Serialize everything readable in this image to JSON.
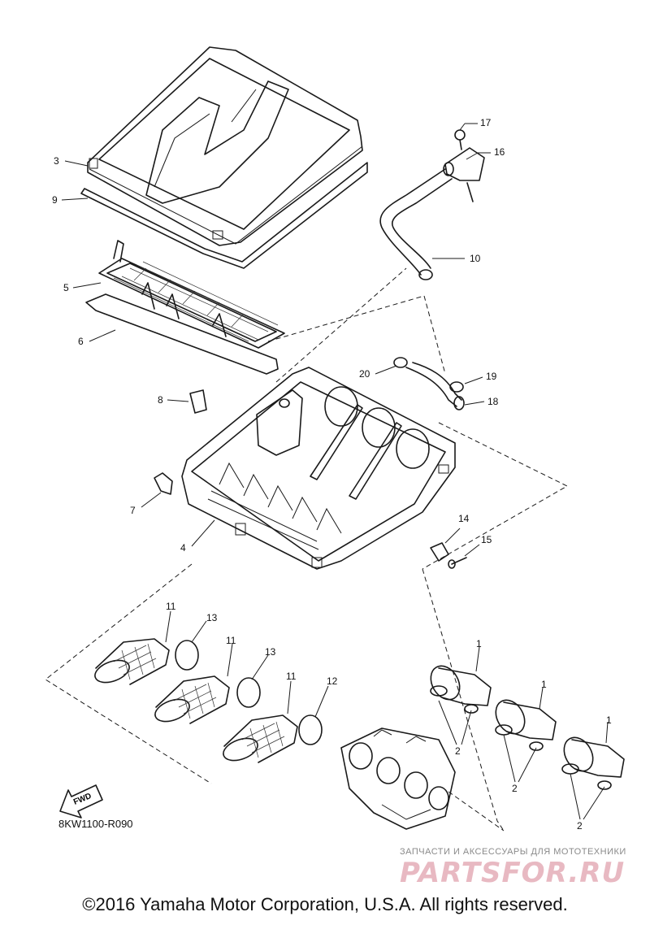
{
  "callouts": [
    "17",
    "16",
    "3",
    "9",
    "10",
    "5",
    "6",
    "20",
    "19",
    "18",
    "8",
    "7",
    "4",
    "14",
    "15",
    "11",
    "13",
    "11",
    "13",
    "11",
    "12",
    "1",
    "1",
    "1",
    "2",
    "2",
    "2"
  ],
  "fwd_label": "FWD",
  "ref_code": "8KW1100-R090",
  "watermark": {
    "tagline": "ЗАПЧАСТИ И АКСЕССУАРЫ ДЛЯ МОТОТЕХНИКИ",
    "logo": "PARTSFOR.RU"
  },
  "copyright": "©2016 Yamaha Motor Corporation, U.S.A. All rights reserved."
}
